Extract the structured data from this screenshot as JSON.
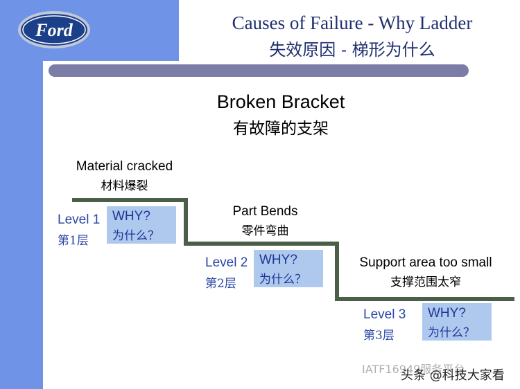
{
  "header": {
    "logo_text": "Ford",
    "title_en": "Causes of Failure - Why Ladder",
    "title_zh": "失效原因 - 梯形为什么"
  },
  "main": {
    "title_en": "Broken Bracket",
    "title_zh": "有故障的支架"
  },
  "steps": [
    {
      "text_en": "Material cracked",
      "text_zh": "材料爆裂",
      "level_en": "Level 1",
      "level_zh": "第1层",
      "why_en": "WHY?",
      "why_zh": "为什么？"
    },
    {
      "text_en": "Part Bends",
      "text_zh": "零件弯曲",
      "level_en": "Level 2",
      "level_zh": "第2层",
      "why_en": "WHY?",
      "why_zh": "为什么？"
    },
    {
      "text_en": "Support area too small",
      "text_zh": "支撑范围太窄",
      "level_en": "Level 3",
      "level_zh": "第3层",
      "why_en": "WHY?",
      "why_zh": "为什么？"
    }
  ],
  "watermark": {
    "source": "IATF16949服务平台",
    "overlay": "头条 @科技大家看"
  },
  "colors": {
    "band": "#6f93e6",
    "title": "#1f2f6e",
    "ladder": "#4b5e48",
    "why_box": "#aec8ee",
    "level_text": "#2a46a6"
  }
}
